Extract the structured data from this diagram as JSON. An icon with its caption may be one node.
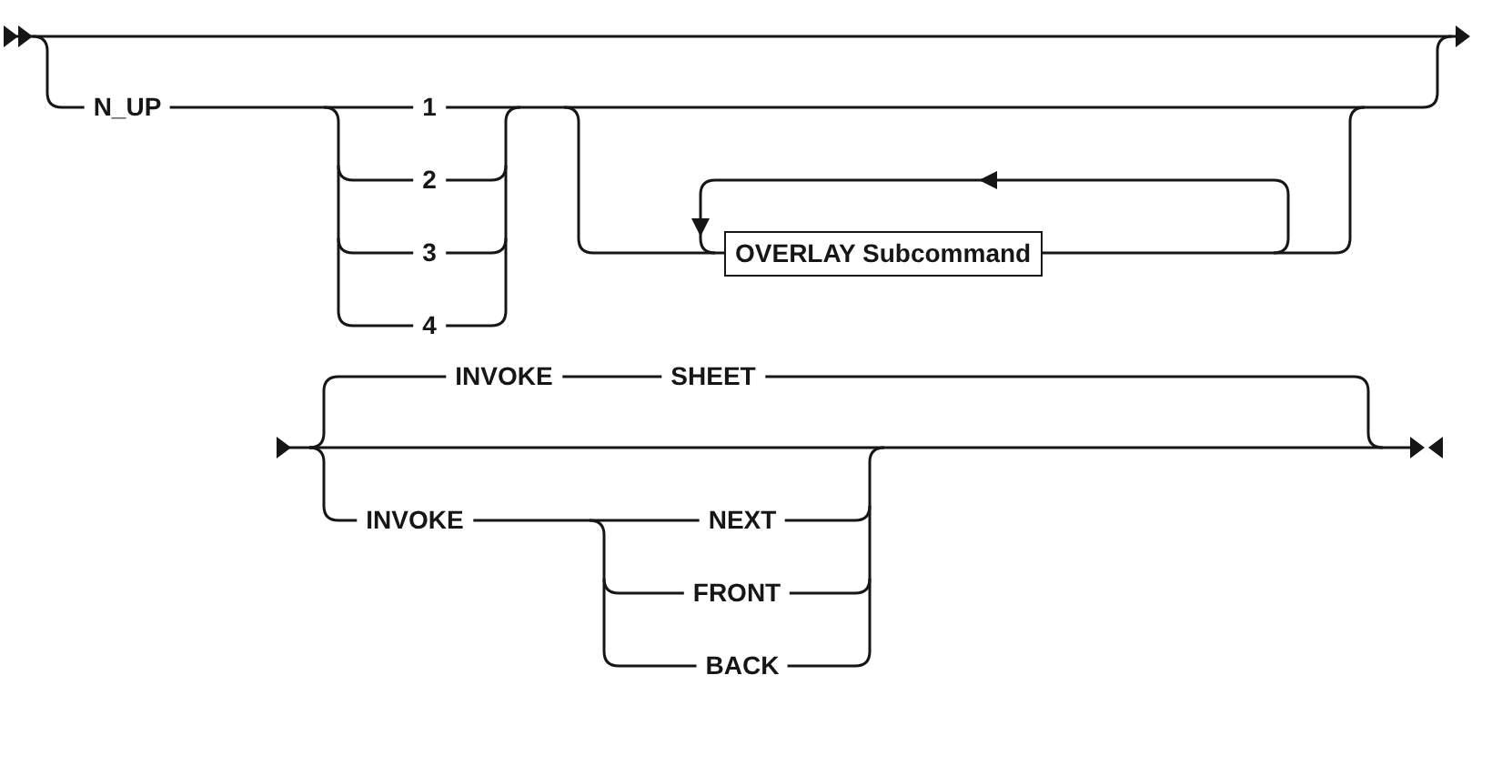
{
  "diagram": {
    "nodes": [
      {
        "text": [
          "OVERLAY Subcommand"
        ]
      }
    ],
    "labels": [
      "N_UP",
      "1",
      "2",
      "3",
      "4",
      "INVOKE",
      "SHEET",
      "INVOKE",
      "NEXT",
      "FRONT",
      "BACK"
    ]
  }
}
